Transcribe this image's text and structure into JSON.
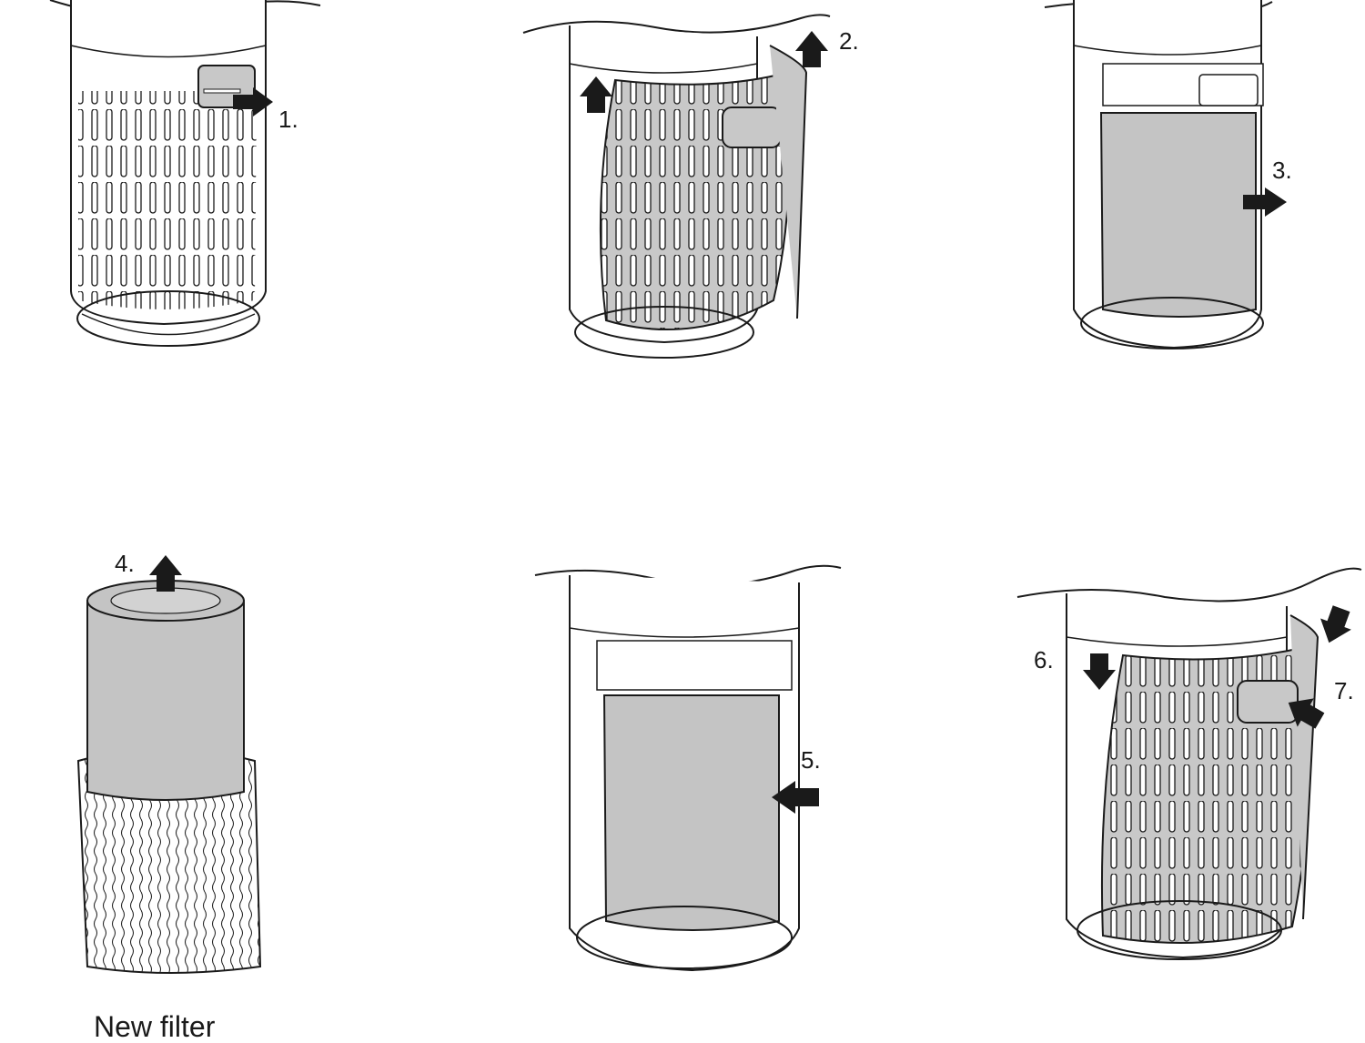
{
  "steps": [
    {
      "label": "1."
    },
    {
      "label": "2."
    },
    {
      "label": "3."
    },
    {
      "label": "4."
    },
    {
      "label": "5."
    },
    {
      "label": "6."
    },
    {
      "label": "7."
    }
  ],
  "new_filter_caption": "New filter",
  "colors": {
    "line": "#1a1a1a",
    "filter_gray": "#c4c4c4",
    "cover_gray": "#c8c8c8",
    "housing": "#ffffff"
  }
}
